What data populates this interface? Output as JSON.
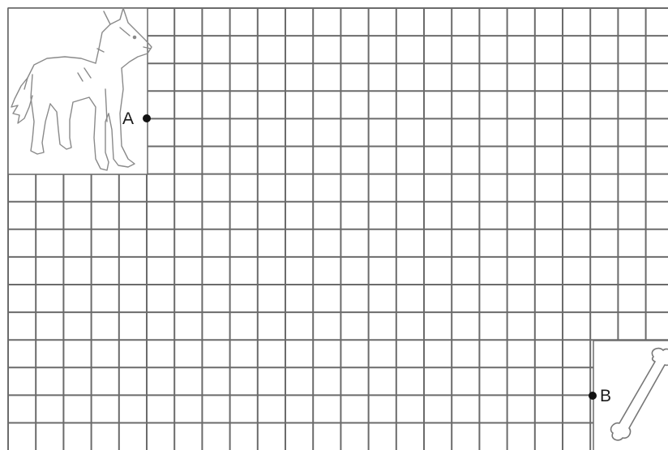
{
  "grid": {
    "columns": 24,
    "rows": 16,
    "line_color": "#6b6b6b"
  },
  "points": [
    {
      "label": "A",
      "color": "#111111"
    },
    {
      "label": "B",
      "color": "#111111"
    }
  ],
  "illustrations": [
    {
      "name": "wolf",
      "position": "top-left",
      "near_point": "A"
    },
    {
      "name": "bone",
      "position": "bottom-right",
      "near_point": "B"
    }
  ]
}
